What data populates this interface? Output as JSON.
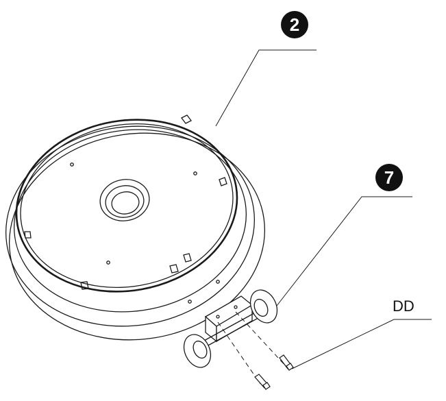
{
  "callouts": [
    {
      "id": "part-2",
      "number": "2"
    },
    {
      "id": "part-7",
      "number": "7"
    }
  ],
  "labels": {
    "screw_label": "DD"
  },
  "colors": {
    "line": "#1a1a1a",
    "badge": "#111111",
    "background": "#ffffff"
  }
}
